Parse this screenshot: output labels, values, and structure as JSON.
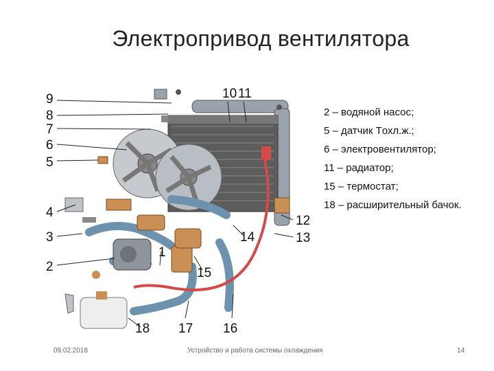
{
  "title": "Электропривод вентилятора",
  "diagram": {
    "callout_numbers": [
      "9",
      "8",
      "7",
      "6",
      "5",
      "4",
      "3",
      "2",
      "10",
      "11",
      "12",
      "13",
      "14",
      "1",
      "15",
      "16",
      "17",
      "18"
    ]
  },
  "legend": [
    "2 – водяной насос;",
    "5 – датчик Tохл.ж.;",
    "6 – электровентилятор;",
    "11 – радиатор;",
    "15 – термостат;",
    "18 – расширительный бачок."
  ],
  "footer": {
    "date": "09.02.2018",
    "subject": "Устройство и работа системы охлаждения",
    "page": "14"
  },
  "colors": {
    "hose": "#6d92ae",
    "pipe": "#d24a4a",
    "radiator": "#5c5c5c",
    "bracket": "#9aa3ad",
    "fan": "#b9bec4",
    "brass": "#c98f55"
  }
}
